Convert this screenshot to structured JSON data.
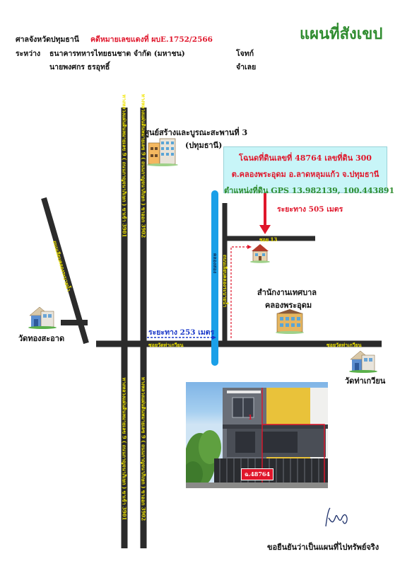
{
  "header": {
    "court": "ศาลจังหวัดปทุมธานี",
    "case_label": "คดีหมายเลขแดงที่ ผบE.1752/2566",
    "between_label": "ระหว่าง",
    "plaintiff_name": "ธนาคารทหารไทยธนชาต จำกัด (มหาชน)",
    "plaintiff_role": "โจทก์",
    "defendant_name": "นายพงศกร ธรอุทธิ์",
    "defendant_role": "จำเลย"
  },
  "map_title": "แผนที่สังเขป",
  "info_box": {
    "line1": "โฉนดที่ดินเลขที่  48764   เลขที่ดิน  300",
    "line2": "ต.คลองพระอุดม  อ.ลาดหลุมแก้ว  จ.ปทุมธานี",
    "line3": "ตำแหน่งที่ดิน GPS 13.982139, 100.443891"
  },
  "distances": {
    "to_soi": "ระยะทาง 505 เมตร",
    "to_main": "ระยะทาง 253 เมตร"
  },
  "places": {
    "training_center_line1": "ศูนย์สร้างและบูรณะสะพานที่ 3",
    "training_center_line2": "(ปทุมธานี)",
    "municipality_line1": "สำนักงานเทศบาล",
    "municipality_line2": "คลองพระอุดม",
    "temple_left": "วัดทองสะอาด",
    "temple_right": "วัดท่าเกวียน"
  },
  "roads": {
    "highway_left": "ทางหลวงแผ่นดินหมายเลข 9 ( ถนนกาญจนาภิเษก ) ขาเข้า 3901",
    "highway_right": "ทางหลวงแผ่นดินหมายเลข 9 ( ถนนกาญจนาภิเษก ) ขาออก 3902",
    "main_road_left": "ซอยวัดท่าเกวียน",
    "main_road_right": "ซอยวัดท่าเกวียน",
    "canal": "คลองสอง",
    "soi": "ซอย 13",
    "diagonal": "ถนนเลียบคลองระบายน้ำ"
  },
  "photo": {
    "plot_tag": "ฉ.48764",
    "marker_number": "1"
  },
  "footer": {
    "certification": "ขอยืนยันว่าเป็นแผนที่ไปทรัพย์จริง"
  },
  "colors": {
    "road": "#2b2b2b",
    "canal": "#1aa0e8",
    "title_green": "#2f8c2f",
    "accent_red": "#e0162b",
    "accent_blue": "#1a38c9",
    "road_label": "#f1e500",
    "box_bg": "#c8f5f8"
  }
}
